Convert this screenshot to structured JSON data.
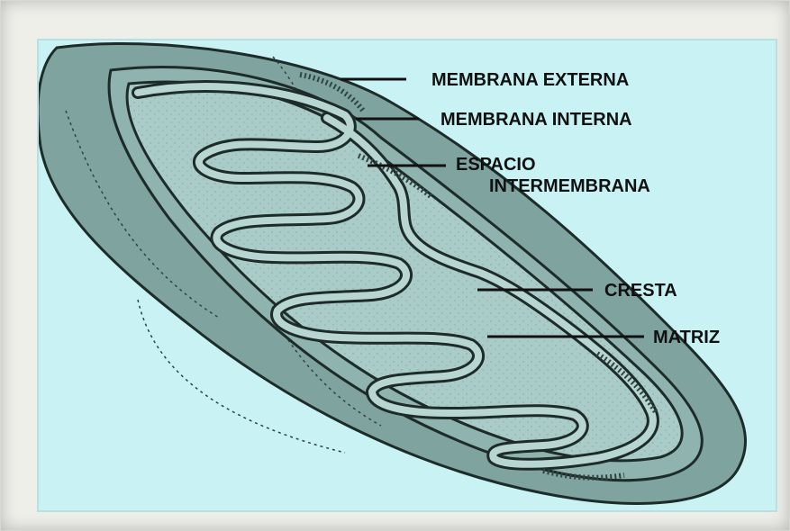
{
  "labels": {
    "outer_membrane": "MEMBRANA EXTERNA",
    "inner_membrane": "MEMBRANA INTERNA",
    "intermembrane_line1": "ESPACIO",
    "intermembrane_line2": "INTERMEMBRANA",
    "crista": "CRESTA",
    "matrix": "MATRIZ"
  },
  "colors": {
    "panel_background": "#c8f2f4",
    "outer_shell": "#7fa39f",
    "matrix_fill": "#a9ccc8",
    "membrane_fill": "#b7d5d1",
    "outline": "#1d2b29"
  }
}
